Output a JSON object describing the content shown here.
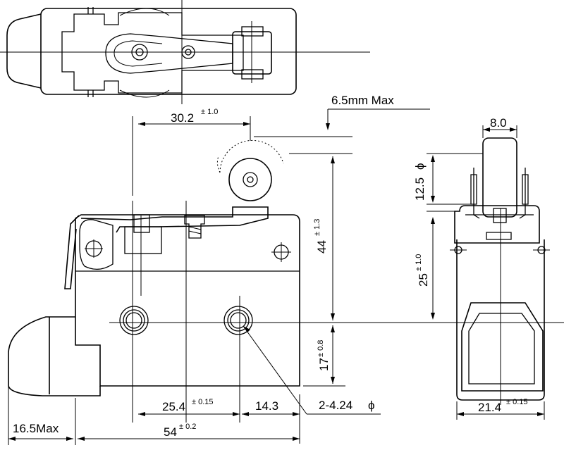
{
  "dimensions": {
    "plunger_offset": {
      "value": "30.2",
      "tol": "± 1.0"
    },
    "overtravel": {
      "value": "6.5mm Max"
    },
    "roller_width": {
      "value": "8.0"
    },
    "roller_dia": {
      "value": "12.5",
      "sym": "ϕ"
    },
    "height_44": {
      "value": "44",
      "tol": "± 1.3"
    },
    "height_25": {
      "value": "25",
      "tol": "± 1.0"
    },
    "height_17": {
      "value": "17",
      "tol": "± 0.8"
    },
    "hole_spacing": {
      "value": "25.4",
      "tol": "± 0.15"
    },
    "edge_14": {
      "value": "14.3"
    },
    "mount_holes": {
      "value": "2-4.24",
      "sym": "ϕ"
    },
    "body_width": {
      "value": "21.4",
      "tol": "± 0.15"
    },
    "length_54": {
      "value": "54",
      "tol": "± 0.2"
    },
    "boot_16": {
      "value": "16.5Max"
    }
  }
}
